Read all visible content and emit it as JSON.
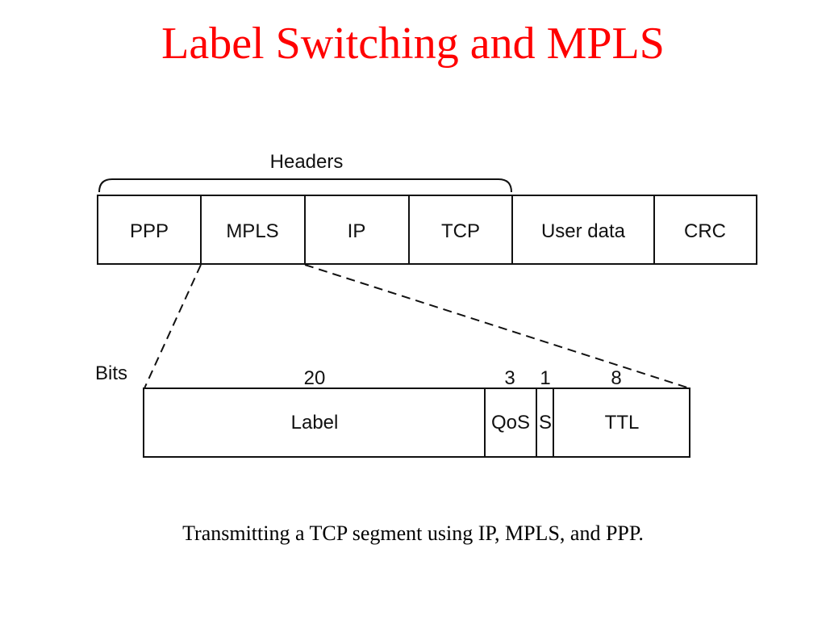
{
  "title": "Label Switching and MPLS",
  "caption": "Transmitting a TCP segment using IP, MPLS, and PPP.",
  "colors": {
    "title": "#ff0000",
    "ink": "#111111"
  },
  "packet": {
    "headers_label": "Headers",
    "fields": [
      "PPP",
      "MPLS",
      "IP",
      "TCP",
      "User data",
      "CRC"
    ]
  },
  "mpls_header": {
    "bits_label": "Bits",
    "fields": [
      {
        "label": "Label",
        "bits": "20"
      },
      {
        "label": "QoS",
        "bits": "3"
      },
      {
        "label": "S",
        "bits": "1"
      },
      {
        "label": "TTL",
        "bits": "8"
      }
    ]
  }
}
